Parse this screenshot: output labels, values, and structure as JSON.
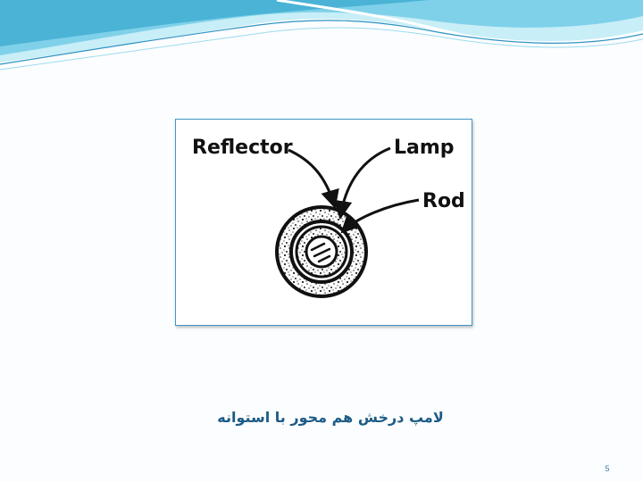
{
  "diagram": {
    "labels": {
      "reflector": "Reflector",
      "lamp": "Lamp",
      "rod": "Rod"
    }
  },
  "caption": "لامپ درخش هم محور با استوانه",
  "slide_number": "5",
  "colors": {
    "frame_border": "#3f97c9",
    "caption_text": "#1b5b86",
    "header_wave_light": "#c8eef7",
    "header_wave_mid": "#7fd1e9",
    "header_wave_dark": "#4ab3d6"
  }
}
